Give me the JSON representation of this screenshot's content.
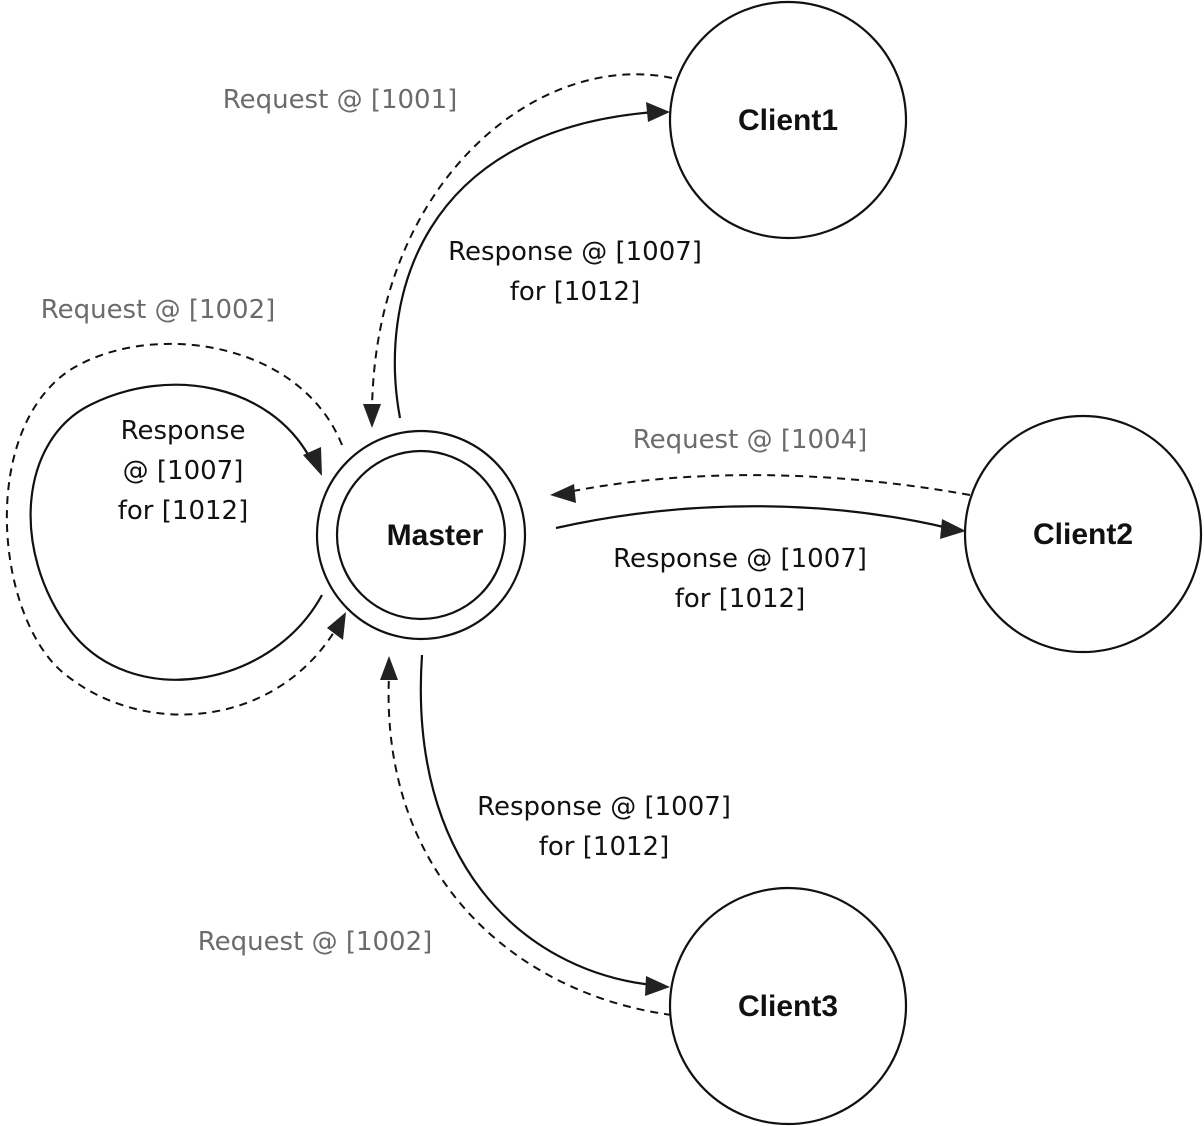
{
  "nodes": {
    "master": "Master",
    "client1": "Client1",
    "client2": "Client2",
    "client3": "Client3"
  },
  "edges": {
    "client1_request": "Request @ [1001]",
    "client1_response_line1": "Response @ [1007]",
    "client1_response_line2": "for [1012]",
    "self_request": "Request @ [1002]",
    "self_response_line1": "Response",
    "self_response_line2": "@ [1007]",
    "self_response_line3": "for [1012]",
    "client2_request": "Request @ [1004]",
    "client2_response_line1": "Response @ [1007]",
    "client2_response_line2": "for [1012]",
    "client3_request": "Request @ [1002]",
    "client3_response_line1": "Response @ [1007]",
    "client3_response_line2": "for [1012]"
  },
  "colors": {
    "stroke": "#111111",
    "request_text": "#6b6b6b",
    "response_text": "#111111"
  }
}
